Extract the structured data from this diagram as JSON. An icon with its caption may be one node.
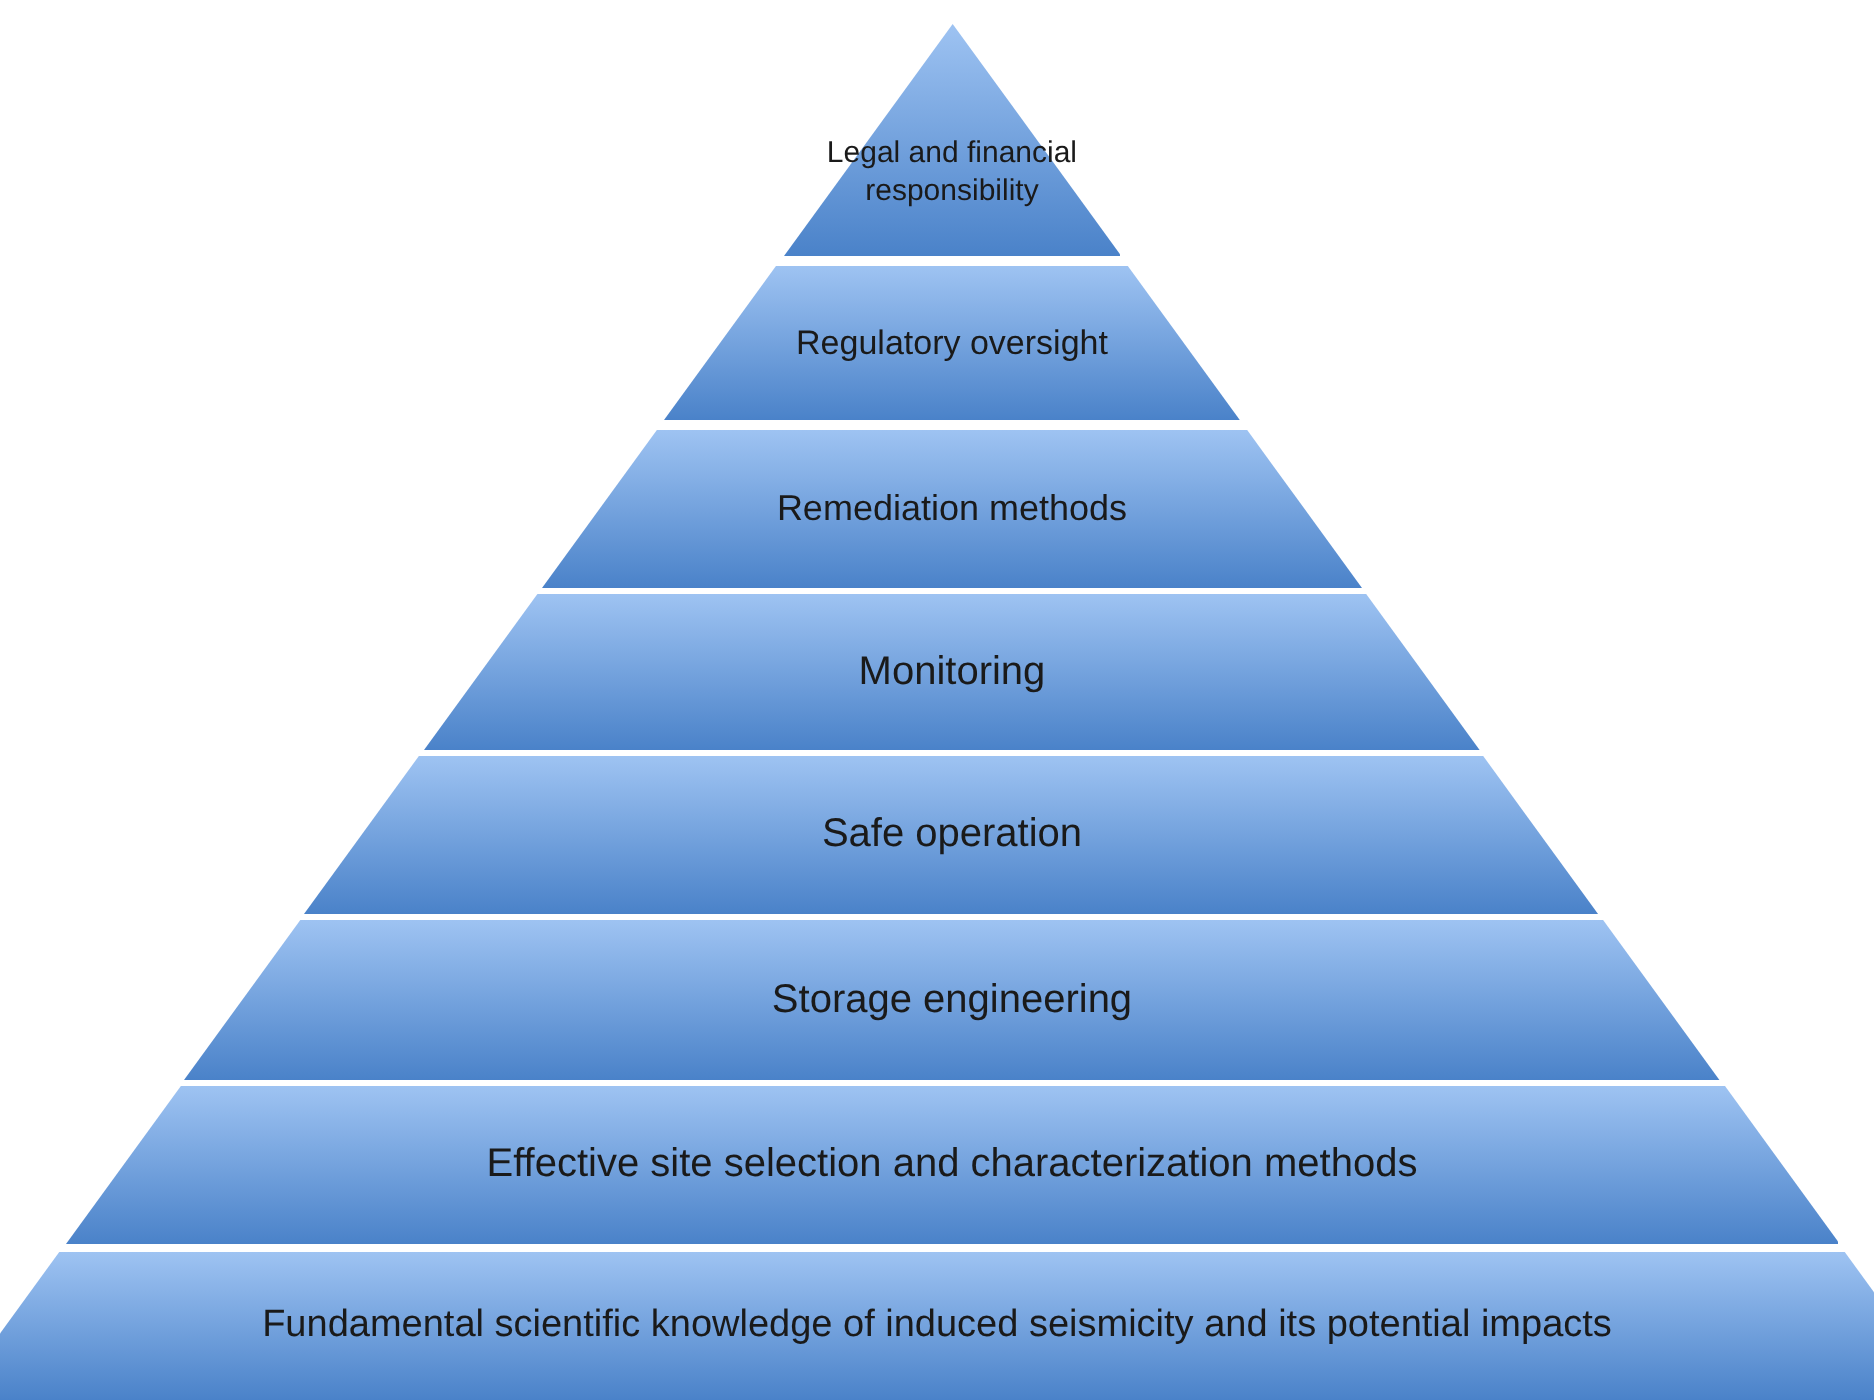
{
  "diagram": {
    "nodes": [
      {
        "text": [
          "Legal and financial responsibility"
        ]
      },
      {
        "text": [
          "Regulatory oversight"
        ]
      },
      {
        "text": [
          "Remediation methods"
        ]
      },
      {
        "text": [
          "Monitoring"
        ]
      },
      {
        "text": [
          "Safe operation"
        ]
      },
      {
        "text": [
          "Storage engineering"
        ]
      },
      {
        "text": [
          "Effective site selection and characterization methods"
        ]
      },
      {
        "text": [
          "Fundamental scientific knowledge of induced seismicity and its potential impacts"
        ]
      }
    ]
  }
}
